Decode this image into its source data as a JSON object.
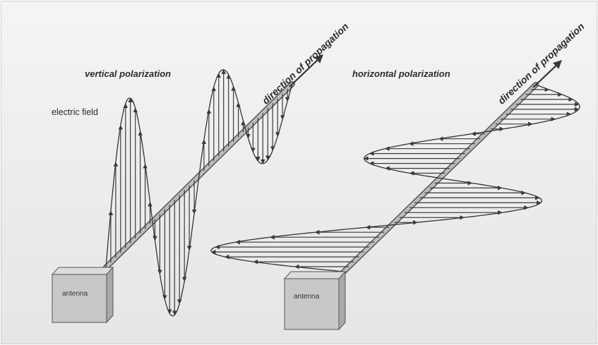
{
  "left_panel": {
    "title": "vertical polarization",
    "field_label": "electric field",
    "direction_label": "direction of propagation",
    "antenna_label": "antenna"
  },
  "right_panel": {
    "title": "horizontal polarization",
    "direction_label": "direction of propagation",
    "antenna_label": "antenna"
  },
  "colors": {
    "background": "#ececec",
    "line": "#333333",
    "beam": "#b5b5b5",
    "box_front": "#c9c9c9"
  }
}
